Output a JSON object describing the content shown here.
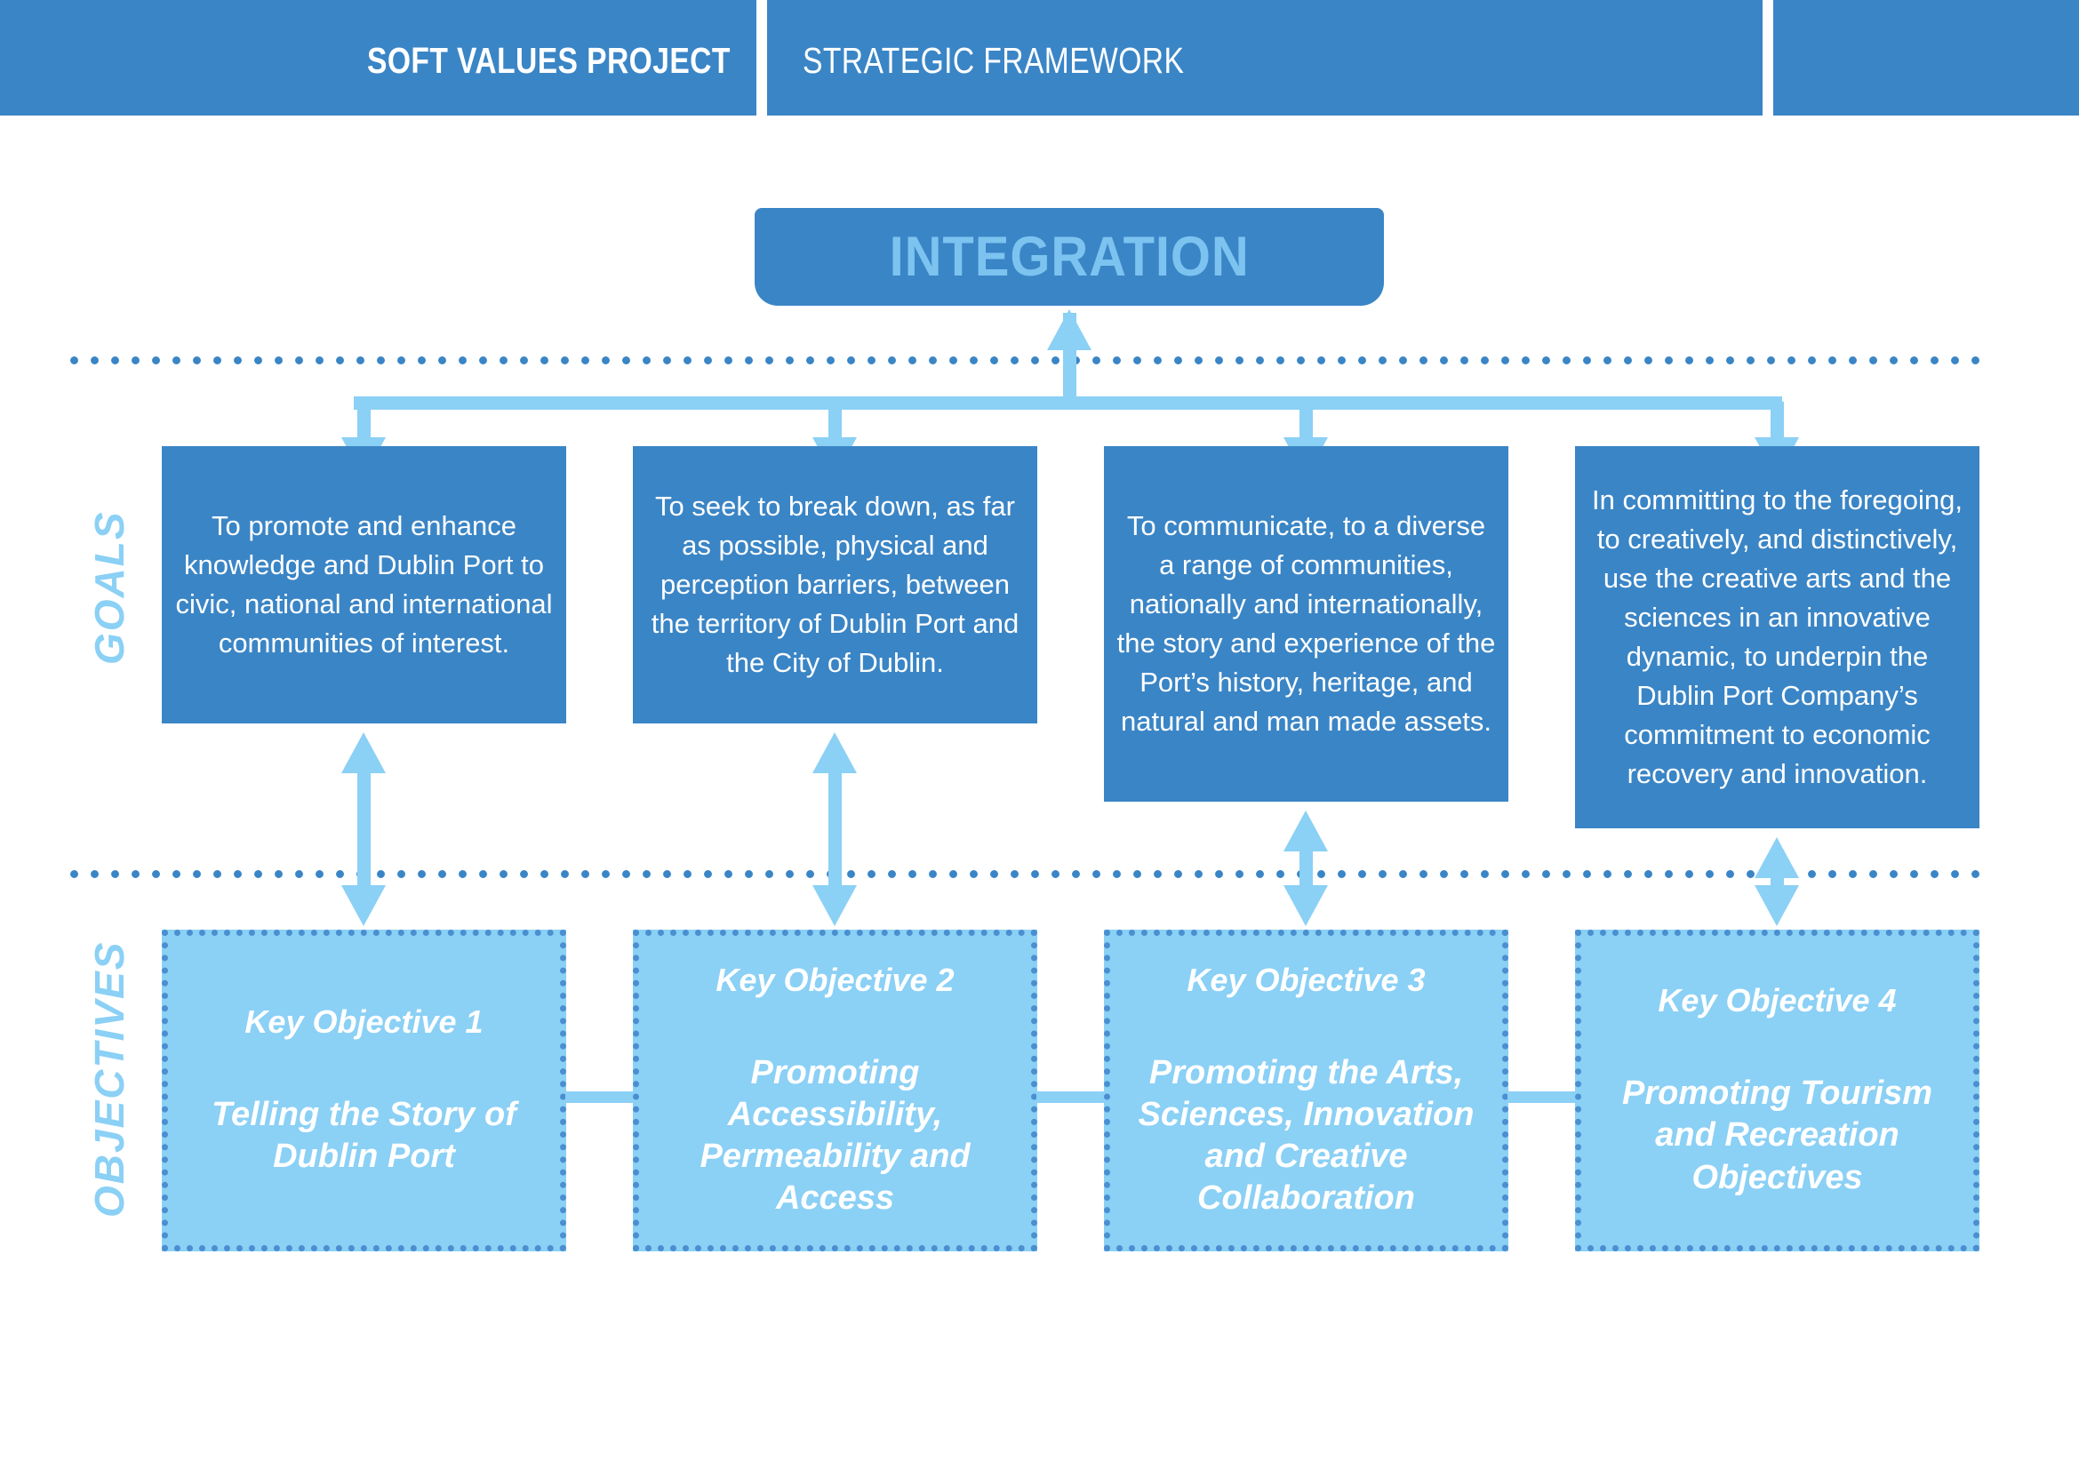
{
  "header": {
    "project_title": "SOFT VALUES PROJECT",
    "section_title": "STRATEGIC FRAMEWORK",
    "bar_color": "#3a85c6",
    "text_color": "#ffffff"
  },
  "integration": {
    "label": "INTEGRATION",
    "box_color": "#3a85c6",
    "text_color": "#7cc3f0"
  },
  "side_labels": {
    "goals": "GOALS",
    "objectives": "OBJECTIVES",
    "color": "#8bd0f5"
  },
  "goals": {
    "box_color": "#3a85c6",
    "text_color": "#ffffff",
    "items": [
      {
        "id": "goal-1",
        "text": "To promote and enhance knowledge and Dublin Port to civic, national and international communities of interest."
      },
      {
        "id": "goal-2",
        "text": "To seek to break down, as far as possible, physical and perception barriers, between the territory of Dublin Port and the City of Dublin."
      },
      {
        "id": "goal-3",
        "text": "To communicate, to a diverse a range of communities, nationally and internationally, the story and experience of the Port’s history, heritage, and natural and man made assets."
      },
      {
        "id": "goal-4",
        "text": "In committing to the foregoing, to creatively, and distinctively, use the creative arts and the sciences in an innovative dynamic, to underpin the Dublin Port Company’s  commitment to economic recovery and innovation."
      }
    ]
  },
  "objectives": {
    "box_color": "#8bd0f5",
    "border_color": "#4a8fd0",
    "text_color": "#ffffff",
    "items": [
      {
        "id": "objective-1",
        "number": "Key Objective 1",
        "title": "Telling the Story of Dublin Port"
      },
      {
        "id": "objective-2",
        "number": "Key Objective 2",
        "title": "Promoting Accessibility, Permeability and Access"
      },
      {
        "id": "objective-3",
        "number": "Key Objective 3",
        "title": "Promoting the Arts, Sciences, Innovation and Creative Collaboration"
      },
      {
        "id": "objective-4",
        "number": "Key Objective 4",
        "title": "Promoting Tourism and Recreation Objectives"
      }
    ]
  },
  "connectors": {
    "arrow_color": "#8bd0f5",
    "separator_color": "#3a85c6",
    "separator_style": "dotted"
  }
}
